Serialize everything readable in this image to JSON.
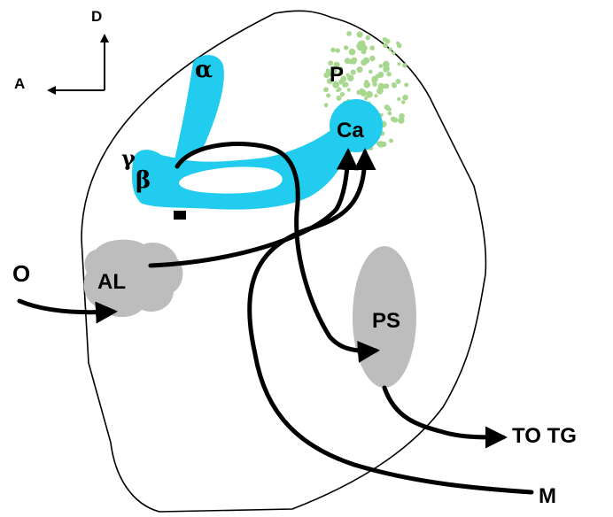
{
  "colors": {
    "mushroom_body": "#22ccee",
    "calyx_dots": "#a8d890",
    "gray_region": "#bdbdbd",
    "outline": "#000000",
    "background": "#ffffff"
  },
  "axes": {
    "dorsal": "D",
    "anterior": "A"
  },
  "labels": {
    "alpha": "α",
    "gamma": "γ",
    "beta": "β",
    "pedunculus": "P",
    "calyx": "Ca",
    "antennal_lobe": "AL",
    "protocerebrum": "PS",
    "olfactory_input": "O",
    "output_tg": "TO TG",
    "output_m": "M"
  }
}
